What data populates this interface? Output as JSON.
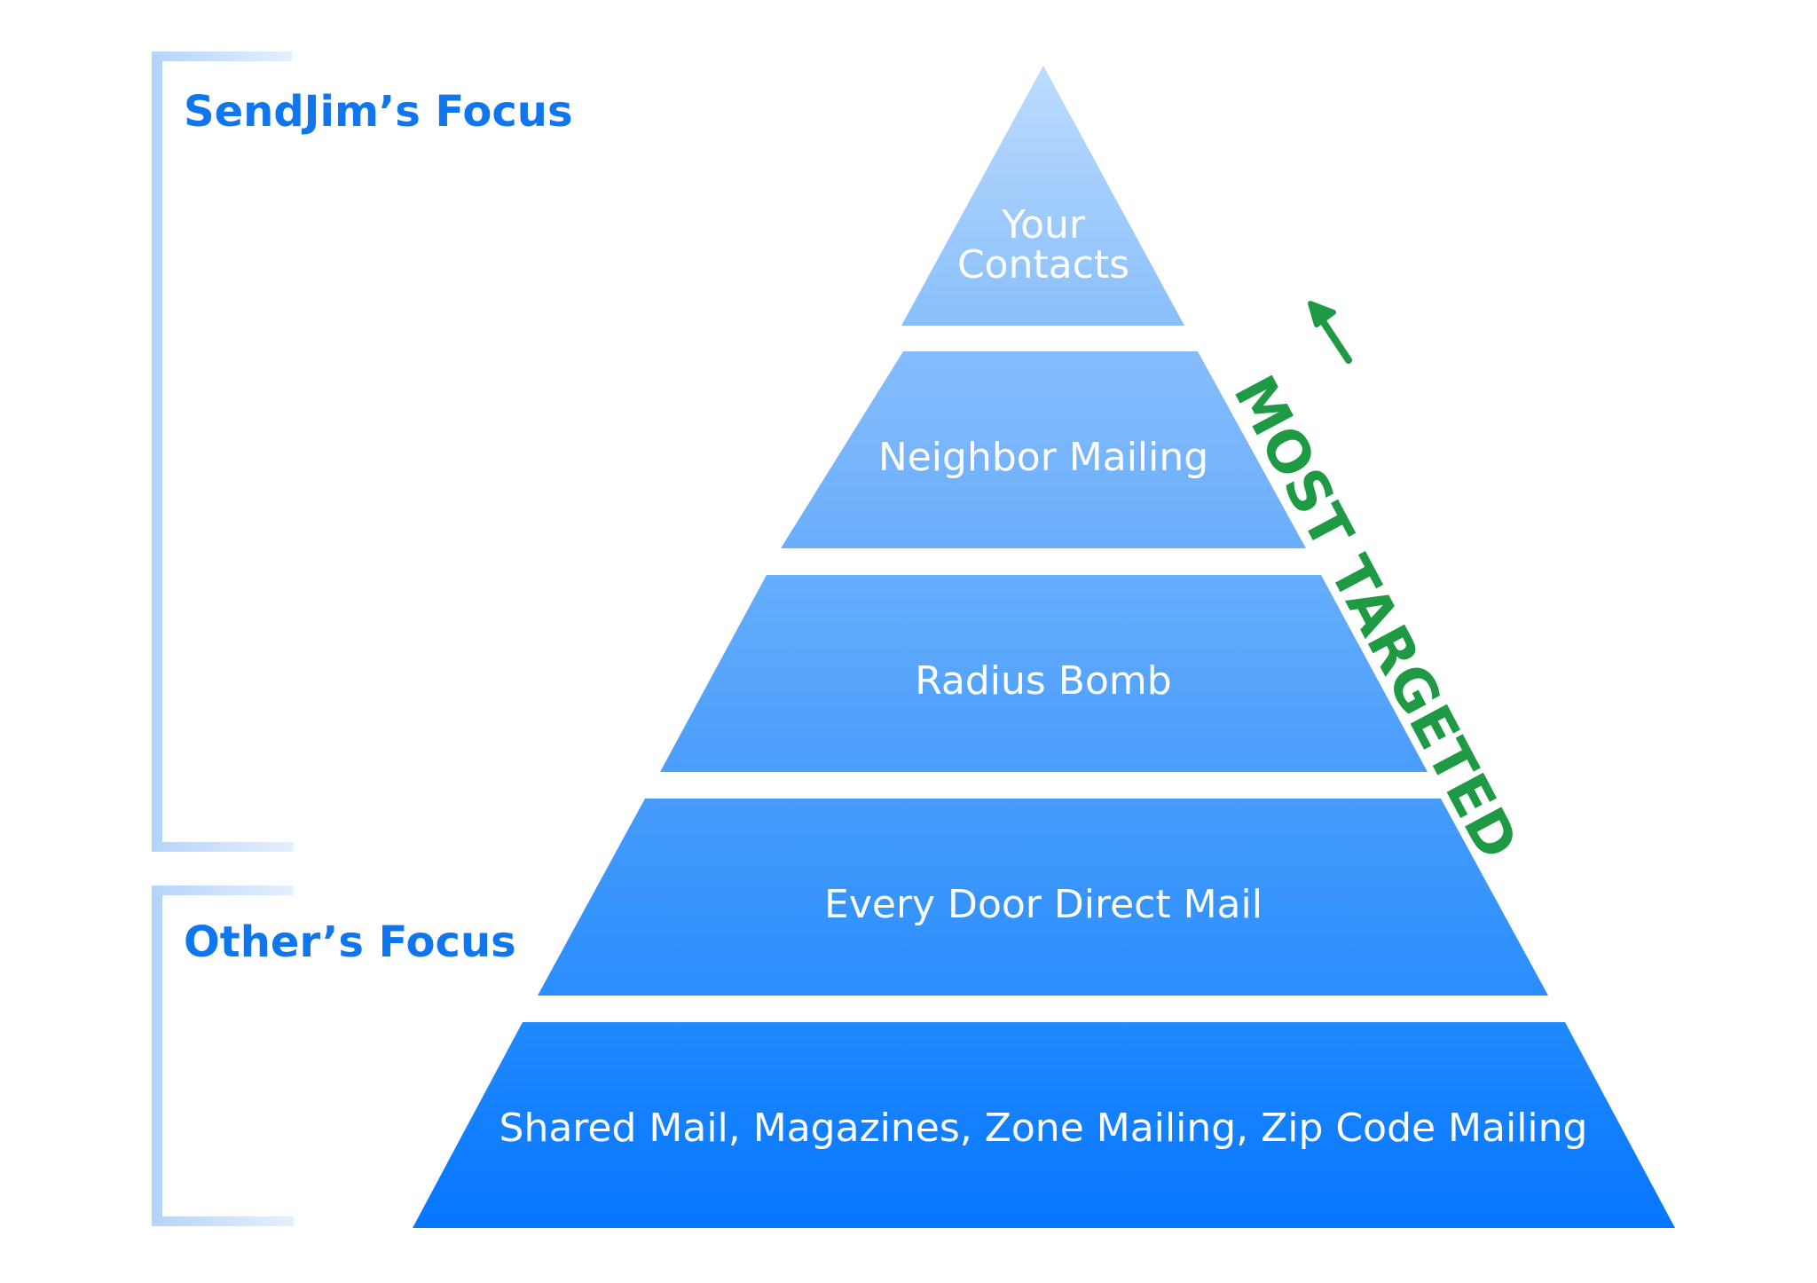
{
  "diagram": {
    "type": "pyramid",
    "tiers": [
      {
        "label_lines": [
          "Your",
          "Contacts"
        ]
      },
      {
        "label_lines": [
          "Neighbor Mailing"
        ]
      },
      {
        "label_lines": [
          "Radius Bomb"
        ]
      },
      {
        "label_lines": [
          "Every Door Direct Mail"
        ]
      },
      {
        "label_lines": [
          "Shared Mail, Magazines, Zone Mailing, Zip Code Mailing"
        ]
      }
    ],
    "groups": [
      {
        "label": "SendJim’s Focus",
        "tiers_covered": [
          0,
          1,
          2
        ]
      },
      {
        "label": "Other’s Focus",
        "tiers_covered": [
          3,
          4
        ]
      }
    ],
    "direction_label": "MOST TARGETED",
    "direction_arrow": "up"
  },
  "colors": {
    "tier_top_start": "#bcdbfd",
    "tier_top_end": "#86bcfb",
    "tier_bottom_start": "#1c8aff",
    "tier_bottom_end": "#0576ff",
    "focus_text": "#1076ee",
    "bracket": "#b5d4fb",
    "bracket_light": "#e4f0fe",
    "direction_text": "#1f9a44",
    "tier_text": "#ffffff"
  }
}
